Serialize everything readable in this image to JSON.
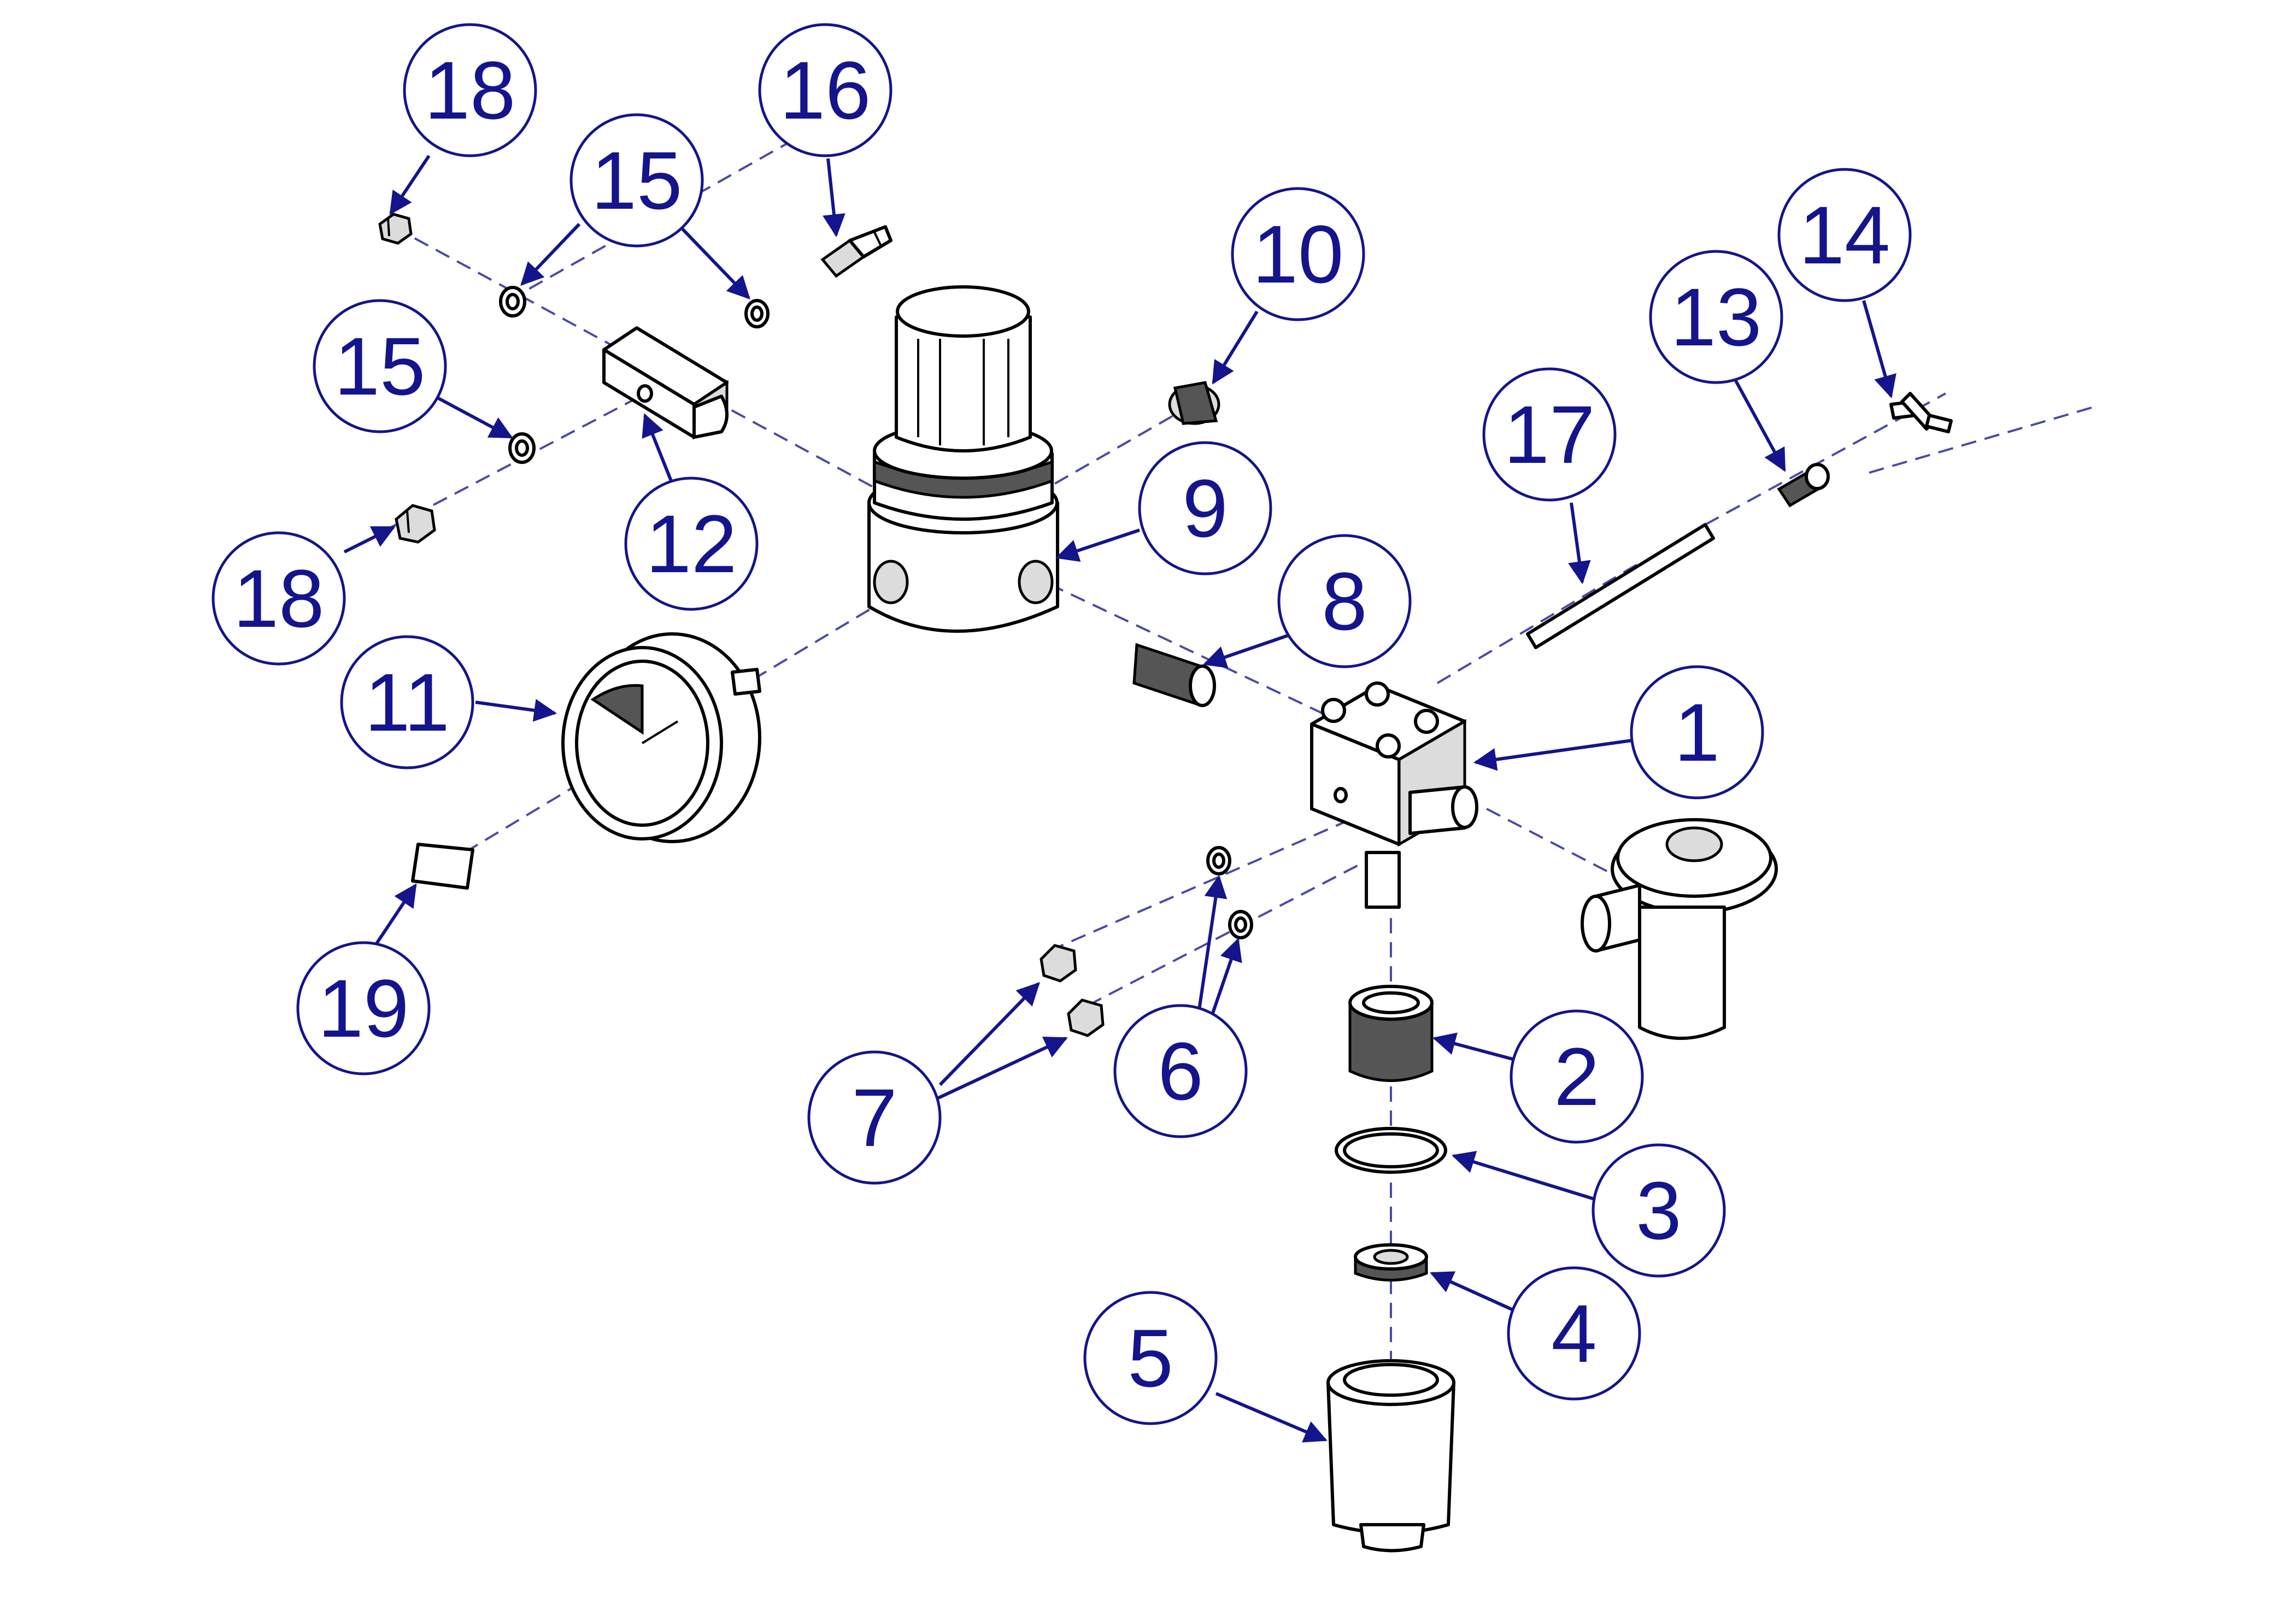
{
  "colors": {
    "callout": "#14148c",
    "line": "#000000",
    "dashed_axis": "#4a4aa8",
    "background": "#ffffff"
  },
  "callouts": [
    {
      "id": "c1",
      "label": "1"
    },
    {
      "id": "c2",
      "label": "2"
    },
    {
      "id": "c3",
      "label": "3"
    },
    {
      "id": "c4",
      "label": "4"
    },
    {
      "id": "c5",
      "label": "5"
    },
    {
      "id": "c6",
      "label": "6"
    },
    {
      "id": "c7",
      "label": "7"
    },
    {
      "id": "c8",
      "label": "8"
    },
    {
      "id": "c9",
      "label": "9"
    },
    {
      "id": "c10",
      "label": "10"
    },
    {
      "id": "c11",
      "label": "11"
    },
    {
      "id": "c12",
      "label": "12"
    },
    {
      "id": "c13",
      "label": "13"
    },
    {
      "id": "c14",
      "label": "14"
    },
    {
      "id": "c15a",
      "label": "15"
    },
    {
      "id": "c15b",
      "label": "15"
    },
    {
      "id": "c16",
      "label": "16"
    },
    {
      "id": "c17",
      "label": "17"
    },
    {
      "id": "c18a",
      "label": "18"
    },
    {
      "id": "c18b",
      "label": "18"
    },
    {
      "id": "c19",
      "label": "19"
    }
  ]
}
